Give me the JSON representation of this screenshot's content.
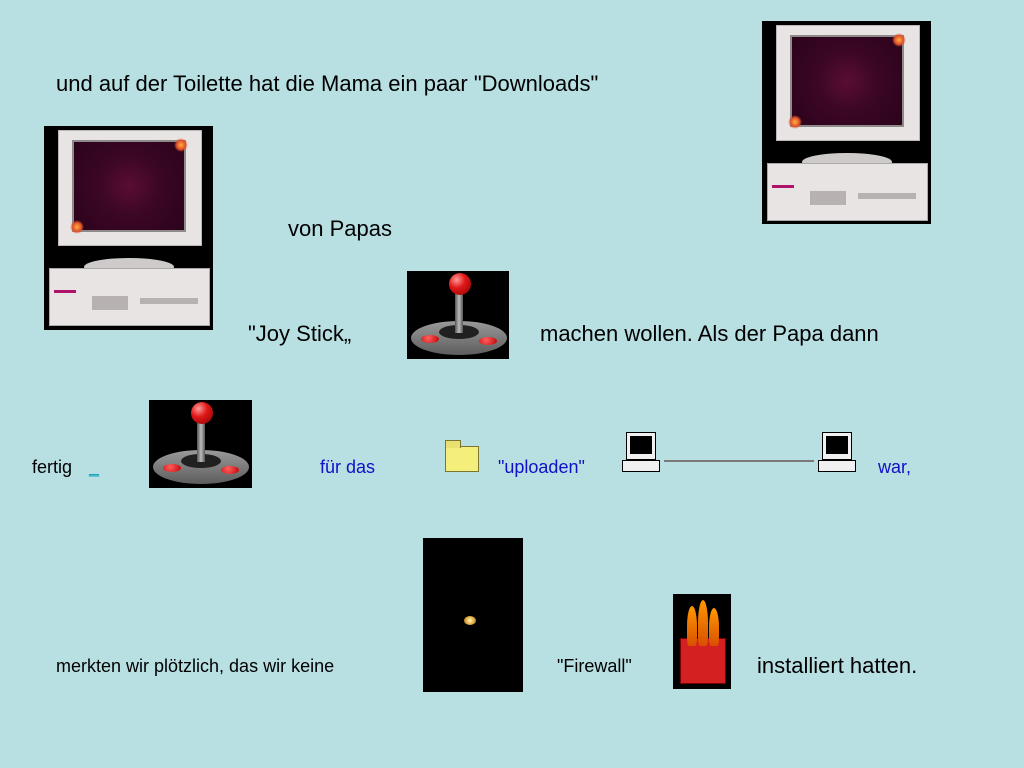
{
  "lines": {
    "line1": "und auf der Toilette hat die Mama ein paar \"Downloads\"",
    "line2": "von Papas",
    "joy_stick": "\"Joy Stick„",
    "machen": "machen wollen. Als der Papa dann",
    "fertig": "fertig",
    "fertig_link": "_",
    "fuer_das": "für das",
    "uploaden": "\"uploaden\"",
    "war": "war,",
    "merkten": "merkten wir plötzlich, das wir keine",
    "firewall": "\"Firewall\"",
    "installiert": "installiert hatten."
  }
}
